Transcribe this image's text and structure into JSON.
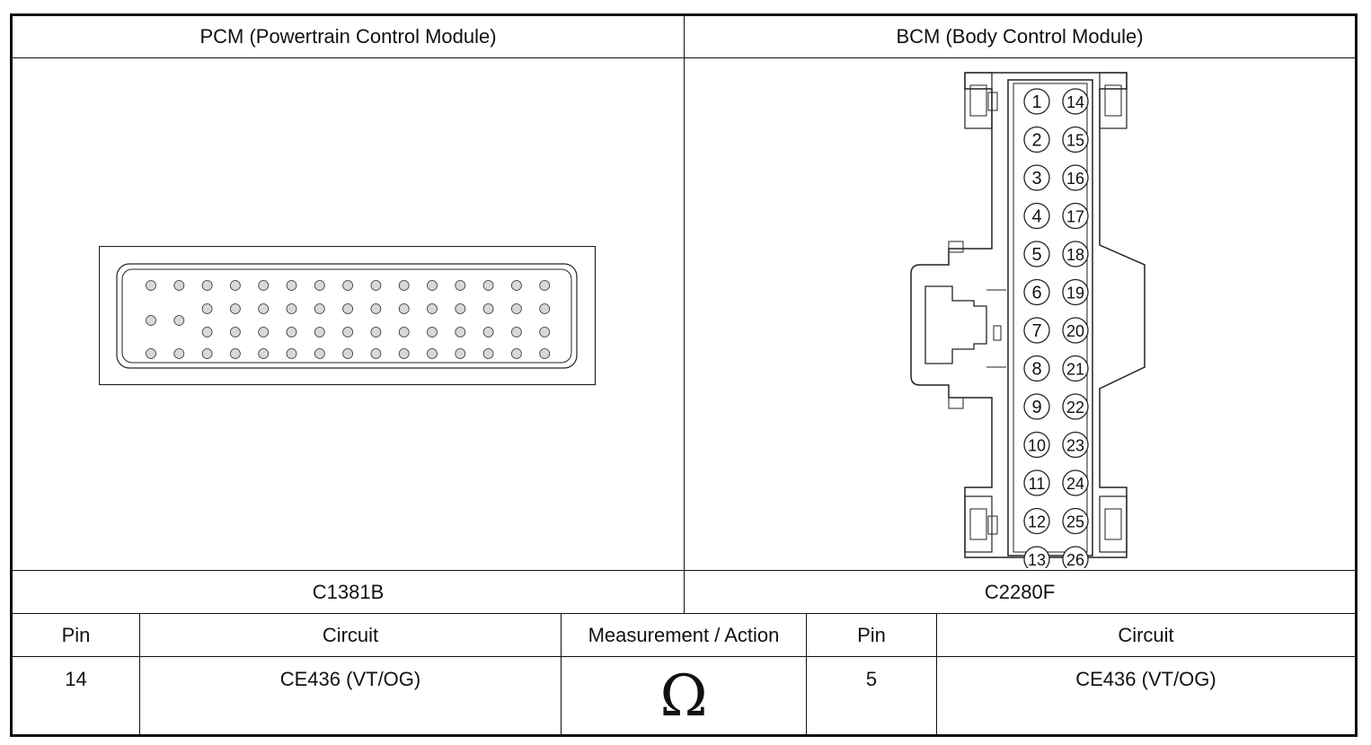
{
  "header": {
    "left_title": "PCM (Powertrain Control Module)",
    "right_title": "BCM (Body Control Module)"
  },
  "connectors": {
    "left_id": "C1381B",
    "right_id": "C2280F"
  },
  "table": {
    "columns": [
      "Pin",
      "Circuit",
      "Measurement / Action",
      "Pin",
      "Circuit"
    ],
    "row": {
      "pcm_pin": "14",
      "pcm_circuit": "CE436 (VT/OG)",
      "measurement_symbol": "Ω",
      "bcm_pin": "5",
      "bcm_circuit": "CE436 (VT/OG)"
    }
  },
  "bcm_pin_numbers": {
    "left_column": [
      "1",
      "2",
      "3",
      "4",
      "5",
      "6",
      "7",
      "8",
      "9",
      "10",
      "11",
      "12",
      "13"
    ],
    "right_column": [
      "14",
      "15",
      "16",
      "17",
      "18",
      "19",
      "20",
      "21",
      "22",
      "23",
      "24",
      "25",
      "26"
    ]
  },
  "colors": {
    "line": "#111111",
    "pcm_pin_fill": "#d8d8d8",
    "background": "#ffffff"
  }
}
